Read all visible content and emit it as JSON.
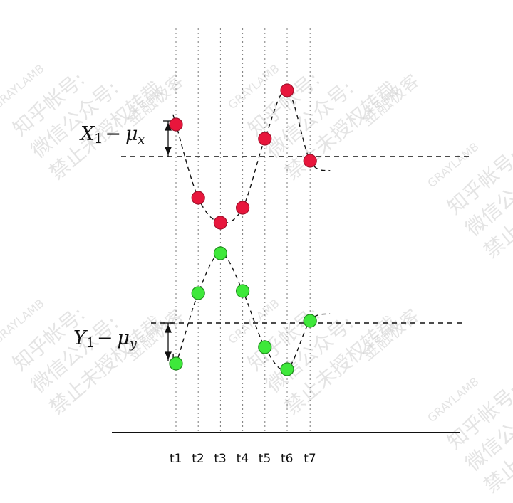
{
  "time_labels": [
    "t1",
    "t2",
    "t3",
    "t4",
    "t5",
    "t6",
    "t7"
  ],
  "series": {
    "x": {
      "label_main": "X",
      "label_sub": "1",
      "label_op": "−",
      "label_mu": "μ",
      "label_mu_sub": "x",
      "color": "#e8163c",
      "stroke": "#a0102a",
      "levels": [
        0.45,
        -0.58,
        -0.93,
        -0.72,
        0.25,
        0.93,
        -0.06
      ]
    },
    "y": {
      "label_main": "Y",
      "label_sub": "1",
      "label_op": "−",
      "label_mu": "μ",
      "label_mu_sub": "y",
      "color": "#3ee83a",
      "stroke": "#1f8a1c",
      "levels": [
        -0.57,
        0.42,
        0.98,
        0.45,
        -0.34,
        -0.65,
        0.03
      ]
    }
  },
  "colors": {
    "dashed_line": "#111111",
    "grid_line": "#7a7a7a",
    "axis_line": "#111111",
    "watermark": "#cfcfcf"
  },
  "watermark": {
    "line1": "知乎帐号:",
    "line2": "微信公众号:",
    "line3": "禁止未授权转载",
    "brand": "GRAYLAMB",
    "brand_cn": "金融极客"
  }
}
